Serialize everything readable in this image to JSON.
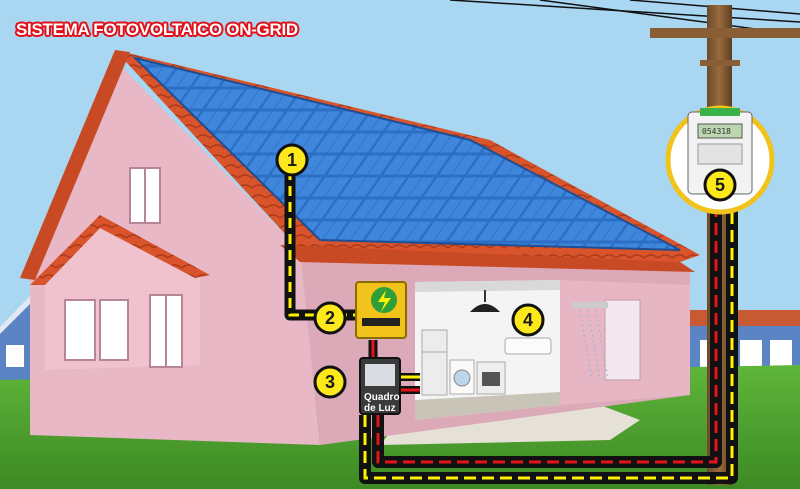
{
  "title": "SISTEMA FOTOVOLTAICO ON-GRID",
  "distribution_board": {
    "line1": "Quadro",
    "line2": "de Luz"
  },
  "meter": {
    "display": "054318"
  },
  "steps": [
    {
      "number": "1",
      "component": "solar-panels"
    },
    {
      "number": "2",
      "component": "inverter"
    },
    {
      "number": "3",
      "component": "distribution-board"
    },
    {
      "number": "4",
      "component": "appliances"
    },
    {
      "number": "5",
      "component": "energy-meter"
    }
  ],
  "colors": {
    "title_red": "#e1101a",
    "badge_yellow": "#fde81b",
    "flow_yellow": "#fff200",
    "flow_red": "#e3141b",
    "wall_pink": "#e8b8c6",
    "roof_tile": "#d9532b",
    "panel_blue": "#2d6fc4",
    "grass": "#4a9a2e",
    "sky": "#a9d6f0",
    "inverter_yellow": "#f2c31a"
  }
}
